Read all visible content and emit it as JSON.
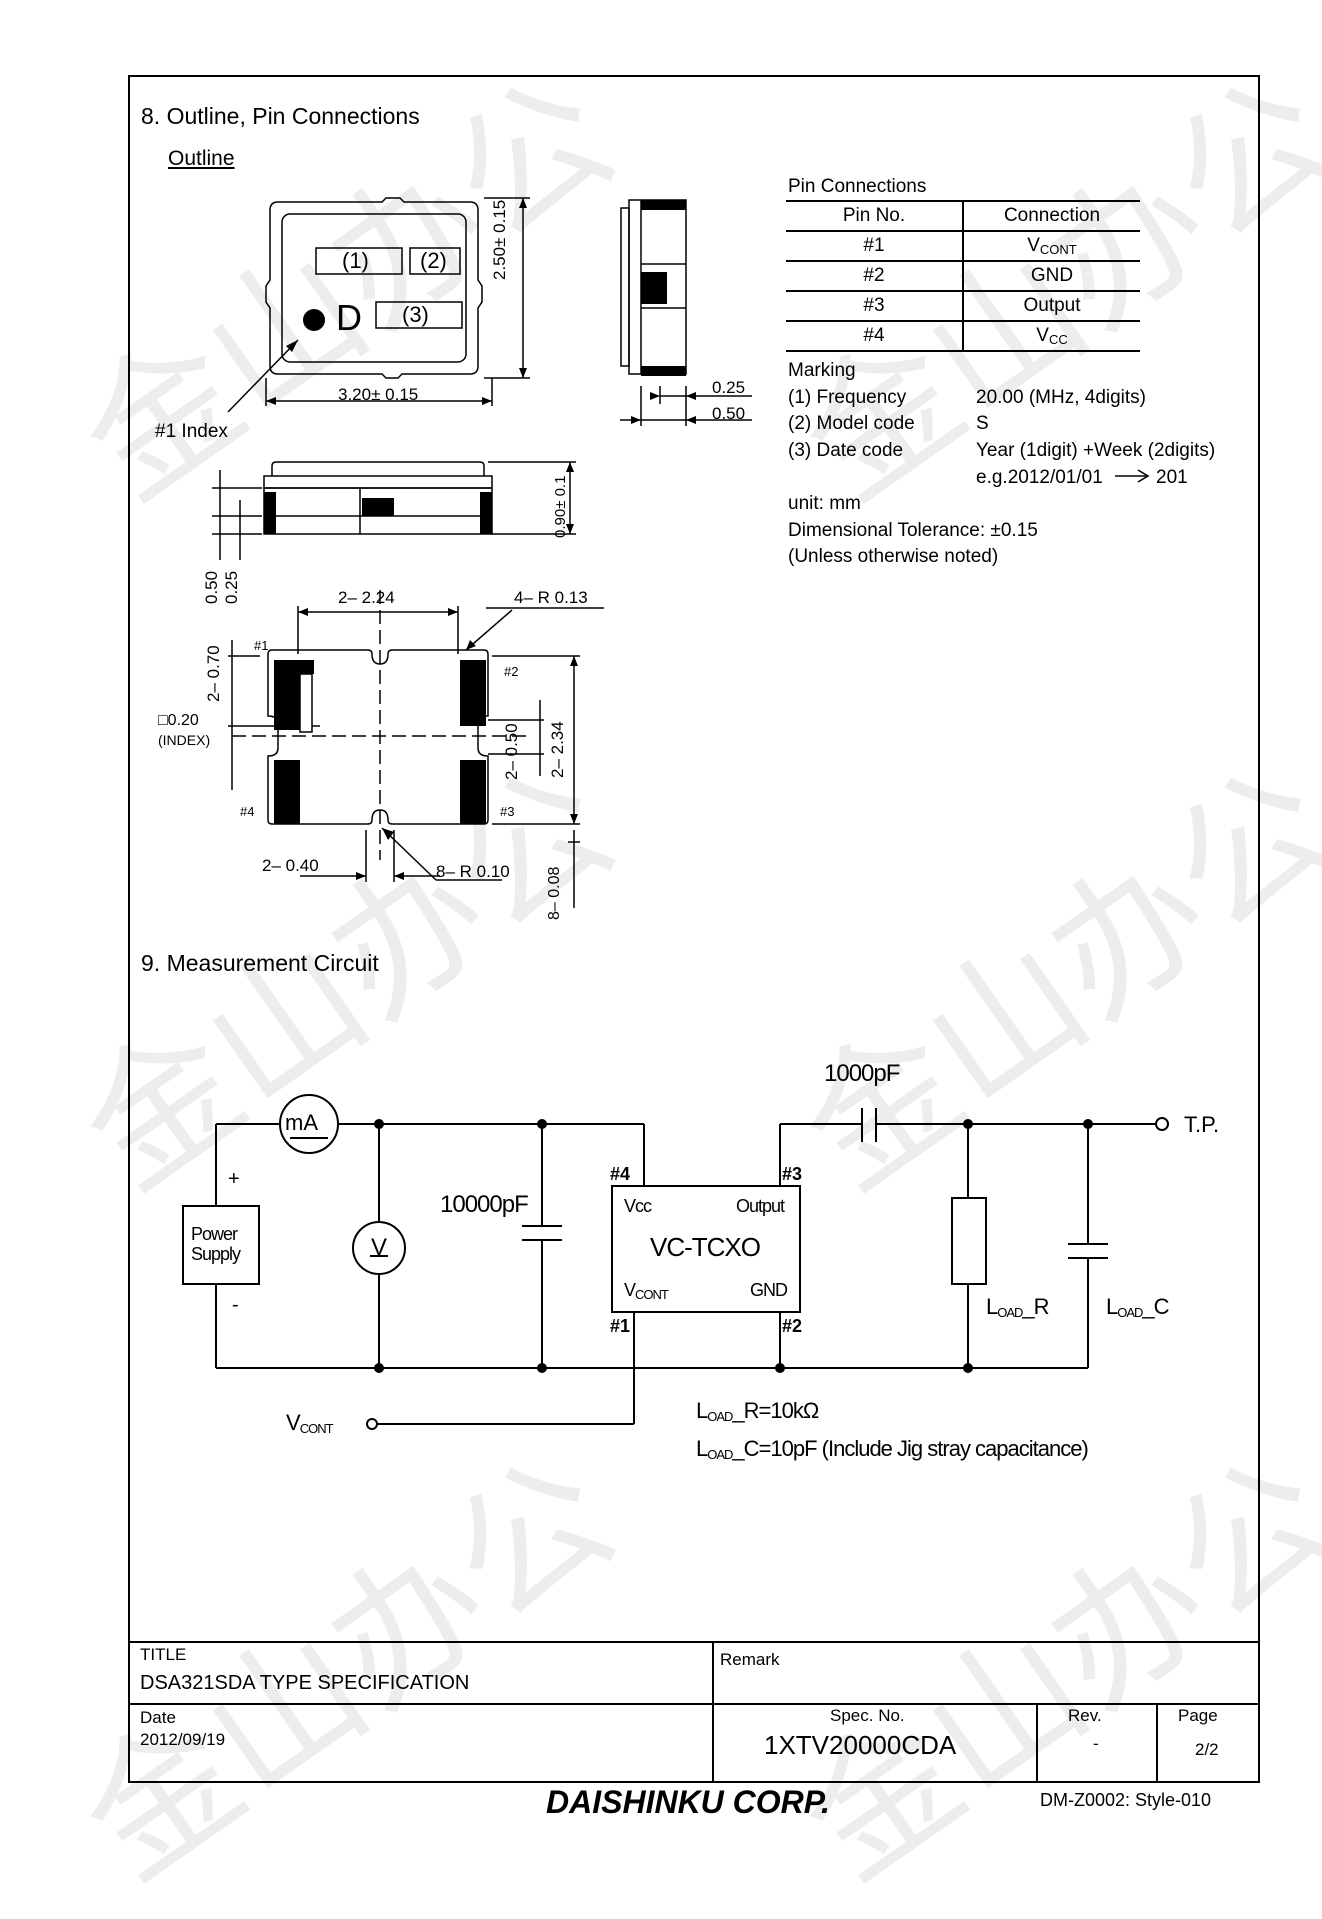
{
  "section8": {
    "title": "8. Outline, Pin Connections",
    "outline_label": "Outline",
    "index_label": "#1 Index",
    "package_marks": {
      "m1": "(1)",
      "m2": "(2)",
      "m3": "(3)",
      "d": "D"
    },
    "dims": {
      "width": "3.20± 0.15",
      "height": "2.50± 0.15",
      "side_025": "0.25",
      "side_050": "0.50",
      "thickness": "0.90± 0.1",
      "front_050": "0.50",
      "front_025": "0.25",
      "pad_pitch": "2– 2.24",
      "corner_r": "4– R 0.13",
      "pad_070": "2– 0.70",
      "index_sq": "□0.20",
      "index_txt": "(INDEX)",
      "v_050": "2– 0.50",
      "v_234": "2– 2.34",
      "h_040": "2– 0.40",
      "r_010": "8– R 0.10",
      "v_008": "8– 0.08",
      "pad1": "#1",
      "pad2": "#2",
      "pad3": "#3",
      "pad4": "#4"
    }
  },
  "pin_connections": {
    "title": "Pin Connections",
    "headers": [
      "Pin No.",
      "Connection"
    ],
    "rows": [
      {
        "pin": "#1",
        "conn_main": "V",
        "conn_sub": "CONT"
      },
      {
        "pin": "#2",
        "conn_main": "GND",
        "conn_sub": ""
      },
      {
        "pin": "#3",
        "conn_main": "Output",
        "conn_sub": ""
      },
      {
        "pin": "#4",
        "conn_main": "V",
        "conn_sub": "CC"
      }
    ]
  },
  "marking": {
    "title": "Marking",
    "rows": [
      {
        "label": "(1) Frequency",
        "value": "20.00 (MHz, 4digits)"
      },
      {
        "label": "(2) Model code",
        "value": "S"
      },
      {
        "label": "(3) Date code",
        "value": "Year (1digit) +Week (2digits)"
      }
    ],
    "example": "e.g.2012/01/01",
    "example_result": "201",
    "unit": "unit: mm",
    "tolerance": "Dimensional Tolerance: ±0.15",
    "unless": "(Unless otherwise noted)"
  },
  "section9": {
    "title": "9. Measurement Circuit",
    "ma": "mA",
    "v": "V",
    "plus": "+",
    "minus": "-",
    "power1": "Power",
    "power2": "Supply",
    "cap1": "10000pF",
    "cap2": "1000pF",
    "tp": "T.P.",
    "pin4": "#4",
    "pin3": "#3",
    "pin1": "#1",
    "pin2": "#2",
    "vcc": "Vcc",
    "output": "Output",
    "chip": "VC-TCXO",
    "vcont_main": "V",
    "vcont_sub": "CONT",
    "gnd": "GND",
    "load_main": "L",
    "load_sub": "OAD",
    "load_r_suffix": "_R",
    "load_c_suffix": "_C",
    "r_value": "_R=10kΩ",
    "c_value": "_C=10pF (Include Jig stray capacitance)"
  },
  "footer": {
    "title_label": "TITLE",
    "title_value": "DSA321SDA TYPE SPECIFICATION",
    "remark_label": "Remark",
    "date_label": "Date",
    "date_value": "2012/09/19",
    "spec_label": "Spec. No.",
    "spec_value": "1XTV20000CDA",
    "rev_label": "Rev.",
    "rev_value": "-",
    "page_label": "Page",
    "page_value": "2/2",
    "company": "DAISHINKU CORP.",
    "style": "DM-Z0002: Style-010"
  },
  "watermark": "金山办公"
}
